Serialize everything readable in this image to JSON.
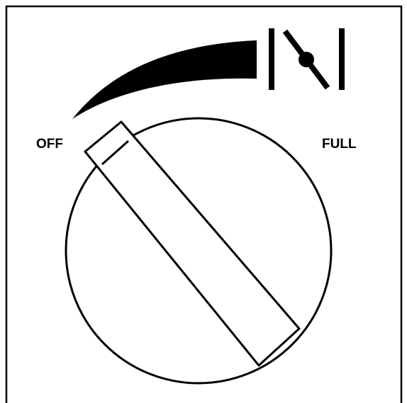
{
  "labels": {
    "off": "OFF",
    "full": "FULL"
  },
  "icons": {
    "switch_symbol": "damper-valve-icon",
    "ramp_indicator": "increasing-wedge-icon"
  },
  "knob": {
    "position": "off"
  },
  "colors": {
    "ink": "#000000",
    "paper": "#ffffff"
  }
}
